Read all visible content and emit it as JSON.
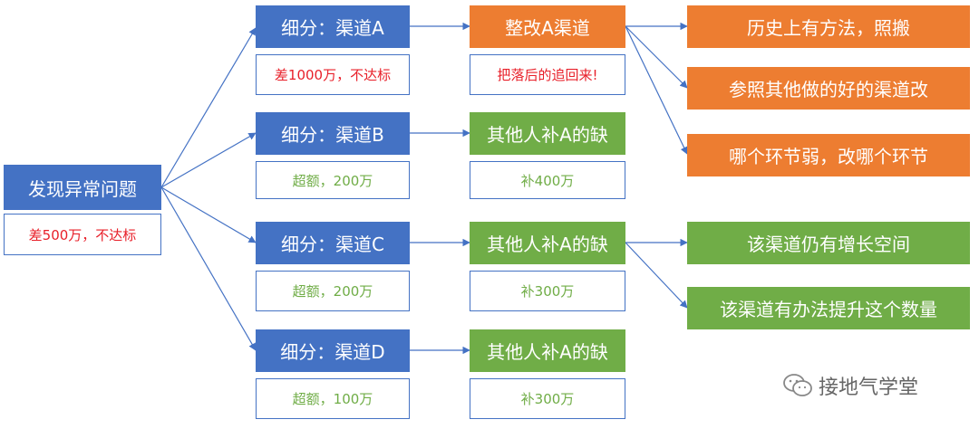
{
  "root": {
    "label": "发现异常问题",
    "note": "差500万，不达标"
  },
  "segments": [
    {
      "label": "细分：渠道A",
      "note": "差1000万，不达标"
    },
    {
      "label": "细分：渠道B",
      "note": "超额，200万"
    },
    {
      "label": "细分：渠道C",
      "note": "超额，200万"
    },
    {
      "label": "细分：渠道D",
      "note": "超额，100万"
    }
  ],
  "actions": [
    {
      "label": "整改A渠道",
      "note": "把落后的追回来!"
    },
    {
      "label": "其他人补A的缺",
      "note": "补400万"
    },
    {
      "label": "其他人补A的缺",
      "note": "补300万"
    },
    {
      "label": "其他人补A的缺",
      "note": "补300万"
    }
  ],
  "a_fixes": [
    "历史上有方法，照搬",
    "参照其他做的好的渠道改",
    "哪个环节弱，改哪个环节"
  ],
  "c_notes": [
    "该渠道仍有增长空间",
    "该渠道有办法提升这个数量"
  ],
  "watermark": {
    "text": "接地气学堂",
    "icon": "wechat-icon"
  },
  "colors": {
    "blue": "#4472c4",
    "green": "#70ad47",
    "orange": "#ed7d31",
    "red": "#e8202a"
  }
}
